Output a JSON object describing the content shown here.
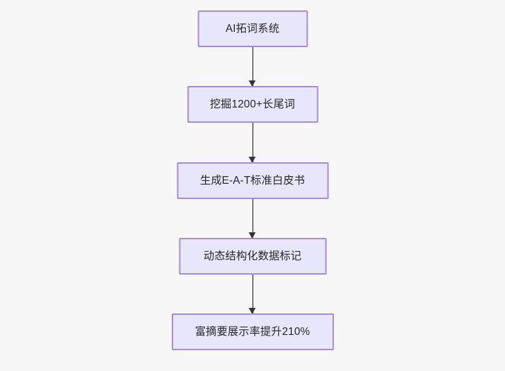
{
  "diagram": {
    "type": "flowchart",
    "direction": "top-to-bottom",
    "background_color": "#f7f7f7",
    "node_fill_color": "#e8e6fb",
    "node_border_color": "#a78bd6",
    "node_text_color": "#262626",
    "connector_color": "#7a7a7a",
    "arrowhead_color": "#333333",
    "nodes": [
      {
        "id": "n0",
        "label": "AI拓词系统"
      },
      {
        "id": "n1",
        "label": "挖掘1200+长尾词"
      },
      {
        "id": "n2",
        "label": "生成E-A-T标准白皮书"
      },
      {
        "id": "n3",
        "label": "动态结构化数据标记"
      },
      {
        "id": "n4",
        "label": "富摘要展示率提升210%"
      }
    ],
    "edges": [
      {
        "id": "e0",
        "from": "n0",
        "to": "n1",
        "label": ""
      },
      {
        "id": "e1",
        "from": "n1",
        "to": "n2",
        "label": ""
      },
      {
        "id": "e2",
        "from": "n2",
        "to": "n3",
        "label": ""
      },
      {
        "id": "e3",
        "from": "n3",
        "to": "n4",
        "label": ""
      }
    ]
  }
}
